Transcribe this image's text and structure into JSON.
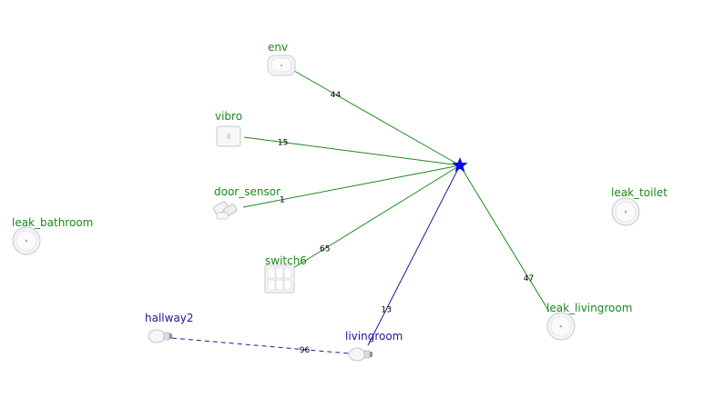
{
  "colors": {
    "zigbee_router": "#1a8a1a",
    "ble_device": "#1a1a99",
    "coordinator": "#0000ff",
    "link_label": "#000000",
    "background": "#ffffff"
  },
  "coordinator": {
    "icon": "star-icon"
  },
  "nodes": [
    {
      "id": "env",
      "label": "env",
      "kind": "zigbee",
      "icon": "env-sensor-icon"
    },
    {
      "id": "vibro",
      "label": "vibro",
      "kind": "zigbee",
      "icon": "vibration-sensor-icon"
    },
    {
      "id": "door_sensor",
      "label": "door_sensor",
      "kind": "zigbee",
      "icon": "door-sensor-icon"
    },
    {
      "id": "switch6",
      "label": "switch6",
      "kind": "zigbee",
      "icon": "wall-switch-icon"
    },
    {
      "id": "leak_bathroom",
      "label": "leak_bathroom",
      "kind": "zigbee",
      "icon": "leak-sensor-icon"
    },
    {
      "id": "leak_toilet",
      "label": "leak_toilet",
      "kind": "zigbee",
      "icon": "leak-sensor-icon"
    },
    {
      "id": "leak_livingroom",
      "label": "leak_livingroom",
      "kind": "zigbee",
      "icon": "leak-sensor-icon"
    },
    {
      "id": "hallway2",
      "label": "hallway2",
      "kind": "light",
      "icon": "bulb-icon"
    },
    {
      "id": "livingroom",
      "label": "livingroom",
      "kind": "light",
      "icon": "bulb-icon"
    }
  ],
  "links": [
    {
      "from": "coordinator",
      "to": "env",
      "label": "44",
      "style": "solid",
      "color_key": "zigbee_router"
    },
    {
      "from": "coordinator",
      "to": "vibro",
      "label": "15",
      "style": "solid",
      "color_key": "zigbee_router"
    },
    {
      "from": "coordinator",
      "to": "door_sensor",
      "label": "1",
      "style": "solid",
      "color_key": "zigbee_router"
    },
    {
      "from": "coordinator",
      "to": "switch6",
      "label": "65",
      "style": "solid",
      "color_key": "zigbee_router"
    },
    {
      "from": "coordinator",
      "to": "leak_livingroom",
      "label": "47",
      "style": "solid",
      "color_key": "zigbee_router"
    },
    {
      "from": "coordinator",
      "to": "livingroom",
      "label": "13",
      "style": "solid",
      "color_key": "ble_device"
    },
    {
      "from": "hallway2",
      "to": "livingroom",
      "label": "96",
      "style": "dashed",
      "color_key": "ble_device"
    }
  ]
}
